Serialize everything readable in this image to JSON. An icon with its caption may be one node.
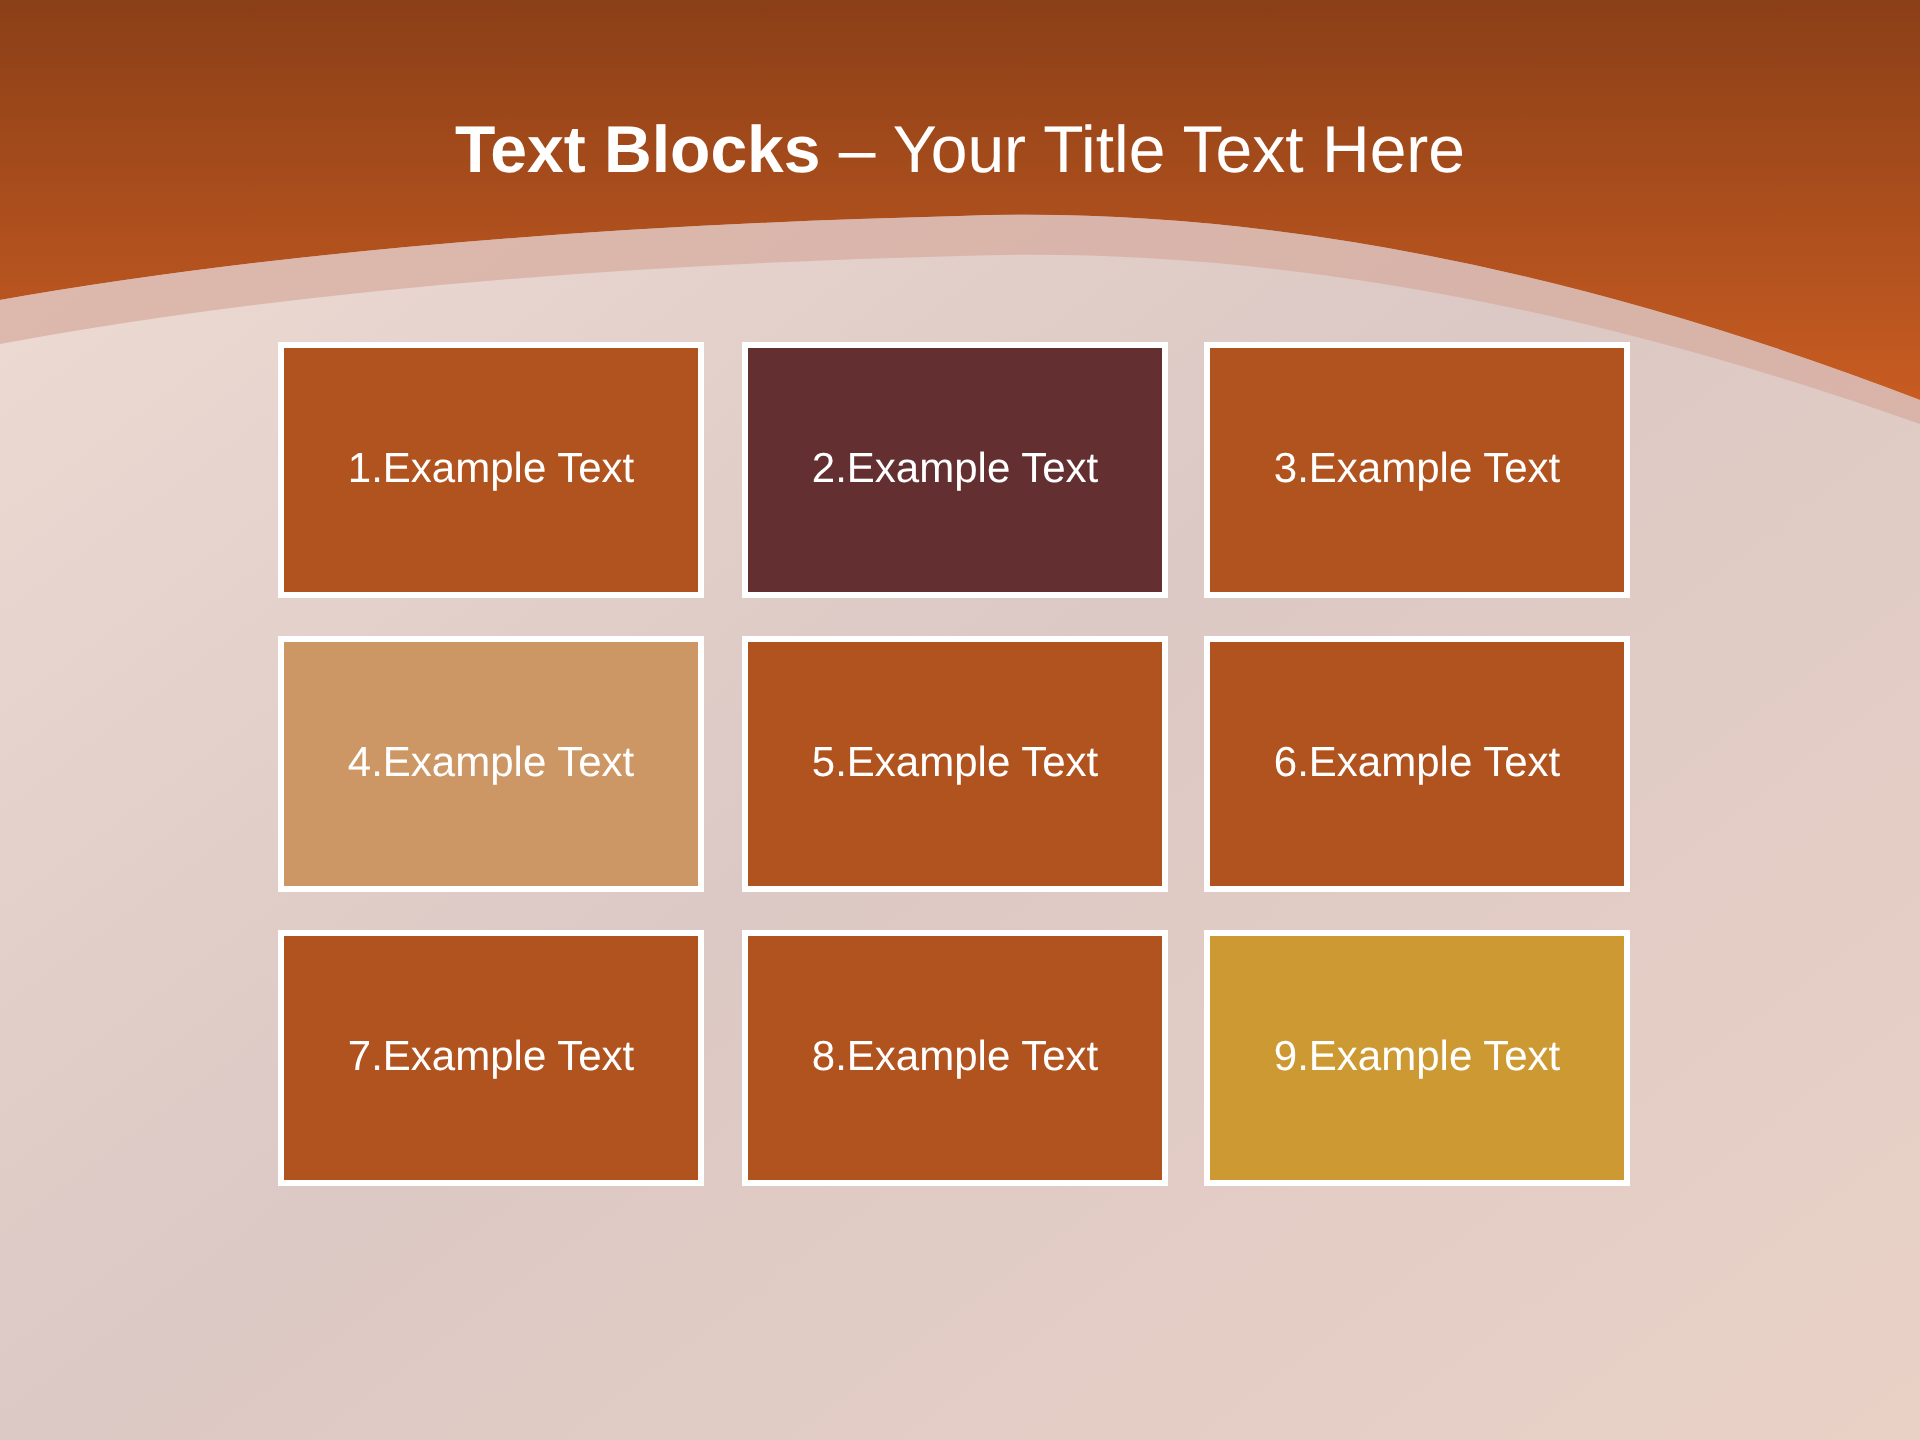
{
  "diagram": {
    "title": "**Text Blocks** – Your Title Text Here",
    "nodes": [
      {
        "text": [
          "1.Example Text"
        ]
      },
      {
        "text": [
          "2.Example Text"
        ]
      },
      {
        "text": [
          "3.Example Text"
        ]
      },
      {
        "text": [
          "4.Example Text"
        ]
      },
      {
        "text": [
          "5.Example Text"
        ]
      },
      {
        "text": [
          "6.Example Text"
        ]
      },
      {
        "text": [
          "7.Example Text"
        ]
      },
      {
        "text": [
          "8.Example Text"
        ]
      },
      {
        "text": [
          "9.Example Text"
        ]
      }
    ],
    "edges": []
  }
}
